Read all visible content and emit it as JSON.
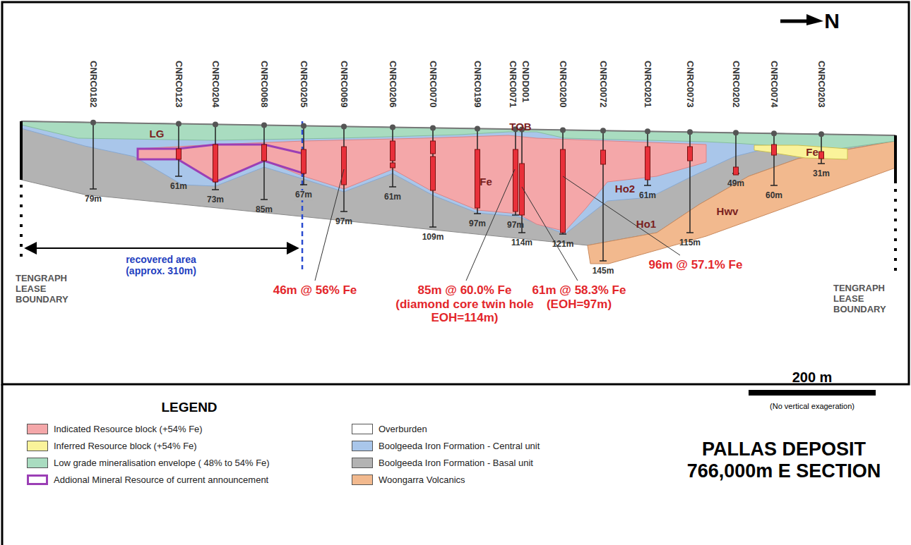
{
  "diagram": {
    "title": "PALLAS DEPOSIT 766,000m E SECTION",
    "labels": [
      "N",
      "CNRC0182",
      "CNRC0123",
      "CNRC0204",
      "CNRC0068",
      "CNRC0205",
      "CNRC0069",
      "CNRC0206",
      "CNRC0070",
      "CNRC0199",
      "CNRC0071",
      "CNDD001",
      "CNRC0200",
      "CNRC0072",
      "CNRC0201",
      "CNRC0073",
      "CNRC0202",
      "CNRC0074",
      "CNRC0203",
      "79m",
      "61m",
      "73m",
      "85m",
      "67m",
      "97m",
      "61m",
      "109m",
      "97m",
      "97m",
      "114m",
      "121m",
      "145m",
      "61m",
      "115m",
      "49m",
      "60m",
      "31m",
      "LG",
      "TOB",
      "Fe",
      "Ho2",
      "Ho1",
      "Hwv",
      "Fe",
      "recovered area (approx. 310m)",
      "TENGRAPH LEASE BOUNDARY",
      "TENGRAPH LEASE BOUNDARY",
      "46m @ 56% Fe",
      "85m @ 60.0% Fe (diamond core twin hole EOH=114m)",
      "61m @ 58.3% Fe (EOH=97m)",
      "96m @ 57.1% Fe",
      "200 m",
      "(No vertical exageration)",
      "LEGEND"
    ],
    "legend": [
      {
        "text": "Indicated Resource block (+54% Fe)",
        "color": "#f4a7a9"
      },
      {
        "text": "Inferred Resource block (+54% Fe)",
        "color": "#faf39a"
      },
      {
        "text": "Low grade mineralisation envelope ( 48% to 54% Fe)",
        "color": "#a9dcc0"
      },
      {
        "text": "Addional Mineral Resource of current announcement"
      },
      {
        "text": "Overburden",
        "color": "#ffffff"
      },
      {
        "text": "Boolgeeda Iron Formation - Central unit",
        "color": "#a9c6ea"
      },
      {
        "text": "Boolgeeda Iron Formation - Basal unit",
        "color": "#b3b3b3"
      },
      {
        "text": "Woongarra Volcanics",
        "color": "#f2b98e"
      }
    ]
  }
}
